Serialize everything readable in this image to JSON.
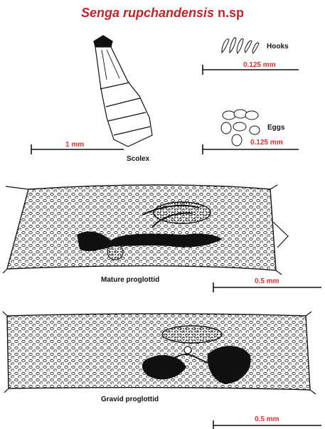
{
  "title": {
    "species": "Senga rupchandensis",
    "suffix": "n.sp"
  },
  "panels": {
    "scolex": {
      "label": "Scolex",
      "scale": "1 mm"
    },
    "hooks": {
      "label": "Hooks",
      "scale": "0.125 mm"
    },
    "eggs": {
      "label": "Eggs",
      "scale": "0.125 mm"
    },
    "mature": {
      "label": "Mature proglottid",
      "scale": "0.5 mm"
    },
    "gravid": {
      "label": "Gravid proglottid",
      "scale": "0.5 mm"
    }
  },
  "colors": {
    "title": "#c0242b",
    "scale_text": "#e0302f",
    "ink": "#111111"
  }
}
